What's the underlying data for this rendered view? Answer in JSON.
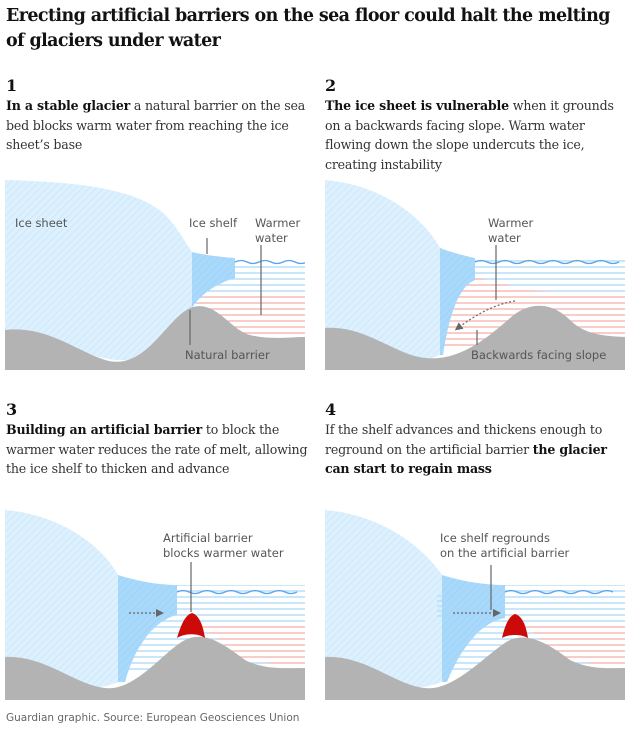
{
  "title": "Erecting artificial barriers on the sea floor could halt the melting of glaciers under water",
  "colors": {
    "ice_sheet": "#dbeffd",
    "ice_shelf": "#a6d8fb",
    "cold_water_lines": "#a9d6f7",
    "warm_water_lines": "#f5aaa7",
    "sea_surface": "#5aa5e8",
    "seabed": "#b3b3b3",
    "artificial_barrier": "#cc0a0a",
    "label_text": "#555555"
  },
  "steps": [
    {
      "number": "1",
      "bold": "In a stable glacier",
      "rest": " a natural barrier on the sea bed blocks warm water from reaching the ice sheet’s base",
      "labels": {
        "ice_sheet": "Ice sheet",
        "ice_shelf": "Ice shelf",
        "warmer_water_1": "Warmer",
        "warmer_water_2": "water",
        "natural_barrier": "Natural barrier"
      }
    },
    {
      "number": "2",
      "bold": "The ice sheet is vulnerable",
      "rest": " when it grounds on a backwards facing slope. Warm water flowing down the slope undercuts the ice, creating instability",
      "labels": {
        "warmer_water_1": "Warmer",
        "warmer_water_2": "water",
        "backwards_slope": "Backwards facing slope"
      }
    },
    {
      "number": "3",
      "bold": "Building an artificial barrier",
      "rest": " to block the warmer water reduces the rate of melt, allowing the ice shelf to thicken and advance",
      "labels": {
        "barrier_1": "Artificial barrier",
        "barrier_2": "blocks warmer water"
      }
    },
    {
      "number": "4",
      "pre": "If the shelf advances and thickens enough to reground on the artificial barrier ",
      "bold": "the glacier can start to regain mass",
      "labels": {
        "reground_1": "Ice shelf regrounds",
        "reground_2": "on the artificial barrier"
      }
    }
  ],
  "source": "Guardian graphic. Source: European Geosciences Union"
}
